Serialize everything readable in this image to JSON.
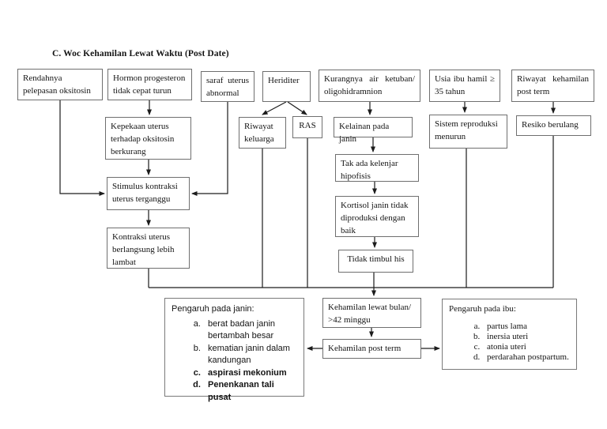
{
  "title": "C. Woc Kehamilan Lewat Waktu (Post Date)",
  "nodes": {
    "rendahnya": {
      "label": "Rendahnya pelepasan oksitosin"
    },
    "hormon": {
      "label": "Hormon progesteron tidak cepat turun"
    },
    "saraf": {
      "label": "saraf uterus abnormal"
    },
    "heriditer": {
      "label": "Heriditer"
    },
    "kurangnya": {
      "label": "Kurangnya air ketuban/ oligohidramnion"
    },
    "usia": {
      "label": "Usia ibu hamil ≥ 35 tahun"
    },
    "riwayat_post": {
      "label": "Riwayat kehamilan post term"
    },
    "kepekaan": {
      "label": "Kepekaan uterus terhadap oksitosin berkurang"
    },
    "riwayat_keluarga": {
      "label": "Riwayat keluarga"
    },
    "ras": {
      "label": "RAS"
    },
    "kelainan": {
      "label": "Kelainan pada janin"
    },
    "sistem": {
      "label": "Sistem reproduksi menurun"
    },
    "resiko": {
      "label": "Resiko berulang"
    },
    "stimulus": {
      "label": "Stimulus kontraksi uterus terganggu"
    },
    "kontraksi": {
      "label": "Kontraksi uterus berlangsung lebih lambat"
    },
    "tak_ada": {
      "label": "Tak ada kelenjar hipofisis"
    },
    "kortisol": {
      "label": "Kortisol janin tidak diproduksi dengan baik"
    },
    "tidak_his": {
      "label": "Tidak timbul his"
    },
    "lewat_bulan": {
      "label": "Kehamilan lewat bulan/ >42 minggu"
    },
    "post_term": {
      "label": "Kehamilan post term"
    }
  },
  "effects_janin": {
    "heading": "Pengaruh pada janin:",
    "items": [
      "berat badan janin bertambah besar",
      "kematian janin dalam kandungan",
      "aspirasi mekonium",
      "Penenkanan tali pusat"
    ]
  },
  "effects_ibu": {
    "heading": "Pengaruh pada ibu:",
    "items": [
      "partus lama",
      "inersia uteri",
      "atonia uteri",
      "perdarahan postpartum."
    ]
  },
  "colors": {
    "box_border": "#6f6f6f",
    "line": "#1c1c1c",
    "background": "#ffffff",
    "text": "#141414"
  }
}
